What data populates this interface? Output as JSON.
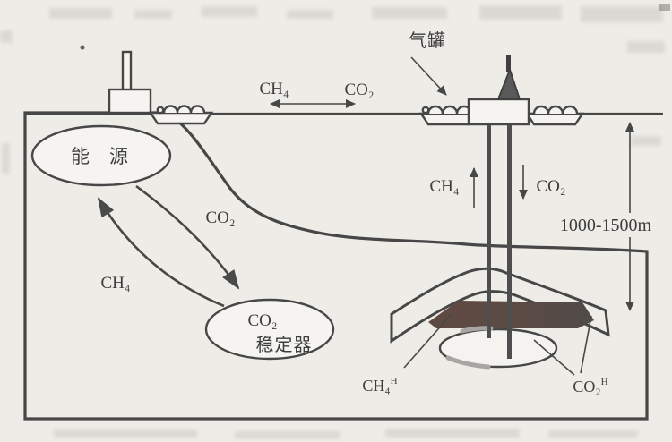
{
  "figure": {
    "labels": {
      "gas_tank": "气罐",
      "surface_ch4": "CH₄",
      "surface_co2": "CO₂",
      "energy_reservoir": "能源",
      "curve_co2": "CO₂",
      "curve_ch4": "CH₄",
      "stabilizer_line1": "CO₂",
      "stabilizer_line2": "稳定器",
      "well_ch4": "CH₄",
      "well_co2": "CO₂",
      "depth_range": "1000-1500m",
      "ch4_hydrate": {
        "formula": "CH₄",
        "sup": "H"
      },
      "co2_hydrate": {
        "formula": "CO₂",
        "sup": "H"
      }
    },
    "colors": {
      "sediment_gray": "#a7a6a3",
      "outline_dark": "#474747",
      "hydrate_band_fill": "#ebe9e4",
      "reacted_layer_brown": "#5f4a42",
      "reacted_layer_gray": "#4f4b49",
      "dissociation_pocket": "#f4f3ef",
      "pipe_dark": "#4e4e4e",
      "paper": "#eeece7"
    }
  }
}
